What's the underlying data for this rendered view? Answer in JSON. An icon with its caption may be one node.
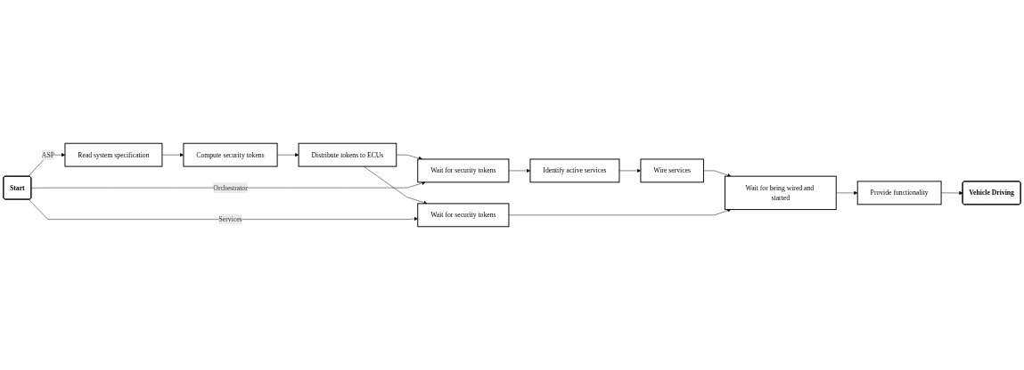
{
  "diagram": {
    "nodes": [
      {
        "text": [
          "Start"
        ]
      },
      {
        "text": [
          "Read system specification"
        ]
      },
      {
        "text": [
          "Compute security tokens"
        ]
      },
      {
        "text": [
          "Distribute tokens to ECUs"
        ]
      },
      {
        "text": [
          "Wait for security tokens"
        ]
      },
      {
        "text": [
          "Identify active services"
        ]
      },
      {
        "text": [
          "Wire services"
        ]
      },
      {
        "text": [
          "Wait for security tokens"
        ]
      },
      {
        "text": [
          "Wait for being wired and started"
        ]
      },
      {
        "text": [
          "Provide functionality"
        ]
      },
      {
        "text": [
          "Vehicle Driving"
        ]
      }
    ],
    "edges": [
      {
        "from": 0,
        "to": 1,
        "arrow": "to",
        "label": "ASP"
      },
      {
        "from": 1,
        "to": 2,
        "arrow": "to"
      },
      {
        "from": 2,
        "to": 3,
        "arrow": "to"
      },
      {
        "from": 3,
        "to": 4,
        "arrow": "to"
      },
      {
        "from": 3,
        "to": 7,
        "arrow": "to"
      },
      {
        "from": 0,
        "to": 4,
        "arrow": "to",
        "label": "Orchestrator"
      },
      {
        "from": 4,
        "to": 5,
        "arrow": "to"
      },
      {
        "from": 5,
        "to": 6,
        "arrow": "to"
      },
      {
        "from": 6,
        "to": 8,
        "arrow": "to"
      },
      {
        "from": 0,
        "to": 7,
        "arrow": "to",
        "label": "Services"
      },
      {
        "from": 7,
        "to": 8,
        "arrow": "to"
      },
      {
        "from": 8,
        "to": 9,
        "arrow": "to"
      },
      {
        "from": 9,
        "to": 10,
        "arrow": "to"
      }
    ]
  }
}
